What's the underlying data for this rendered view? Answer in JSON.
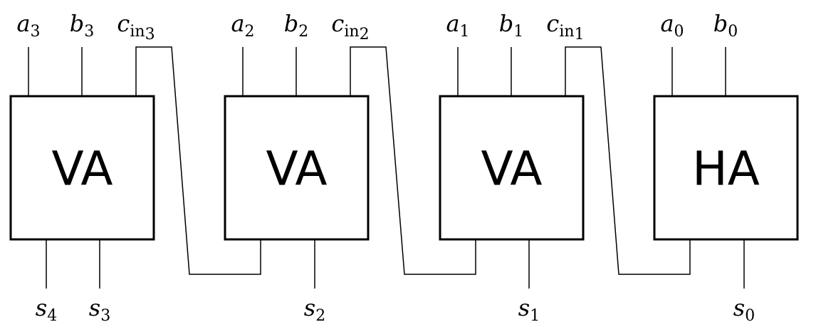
{
  "blocks": [
    {
      "label": "VA",
      "kind": "full-adder",
      "bit": 3
    },
    {
      "label": "VA",
      "kind": "full-adder",
      "bit": 2
    },
    {
      "label": "VA",
      "kind": "full-adder",
      "bit": 1
    },
    {
      "label": "HA",
      "kind": "half-adder",
      "bit": 0
    }
  ],
  "inputs": [
    {
      "var": "a",
      "sub": "3"
    },
    {
      "var": "b",
      "sub": "3"
    },
    {
      "var": "c",
      "sub": "in3"
    },
    {
      "var": "a",
      "sub": "2"
    },
    {
      "var": "b",
      "sub": "2"
    },
    {
      "var": "c",
      "sub": "in2"
    },
    {
      "var": "a",
      "sub": "1"
    },
    {
      "var": "b",
      "sub": "1"
    },
    {
      "var": "c",
      "sub": "in1"
    },
    {
      "var": "a",
      "sub": "0"
    },
    {
      "var": "b",
      "sub": "0"
    }
  ],
  "outputs": [
    {
      "var": "s",
      "sub": "4"
    },
    {
      "var": "s",
      "sub": "3"
    },
    {
      "var": "s",
      "sub": "2"
    },
    {
      "var": "s",
      "sub": "1"
    },
    {
      "var": "s",
      "sub": "0"
    }
  ],
  "carry_links": [
    {
      "from_block": 1,
      "to_block": 0,
      "label": "c_in3"
    },
    {
      "from_block": 2,
      "to_block": 1,
      "label": "c_in2"
    },
    {
      "from_block": 3,
      "to_block": 2,
      "label": "c_in1"
    }
  ]
}
